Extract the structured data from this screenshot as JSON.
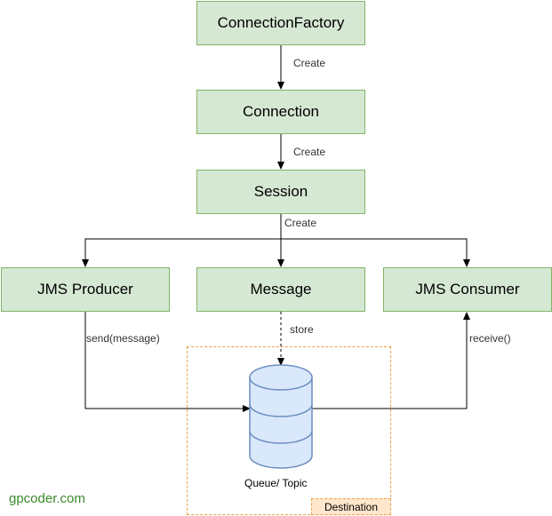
{
  "nodes": {
    "connection_factory": "ConnectionFactory",
    "connection": "Connection",
    "session": "Session",
    "producer": "JMS Producer",
    "message": "Message",
    "consumer": "JMS Consumer"
  },
  "edges": {
    "factory_to_connection": "Create",
    "connection_to_session": "Create",
    "session_to_children": "Create",
    "producer_send": "send(message)",
    "message_store": "store",
    "consumer_receive": "receive()"
  },
  "destination": {
    "label": "Destination",
    "queue_label": "Queue/ Topic"
  },
  "colors": {
    "node_fill": "#d5e8d4",
    "node_stroke": "#82b366",
    "cylinder_fill": "#dae8fc",
    "cylinder_stroke": "#6c8ebf",
    "destination_stroke": "#e8a445",
    "destination_fill": "#ffe6cc",
    "watermark": "#3a8a2a"
  },
  "watermark": "gpcoder.com"
}
